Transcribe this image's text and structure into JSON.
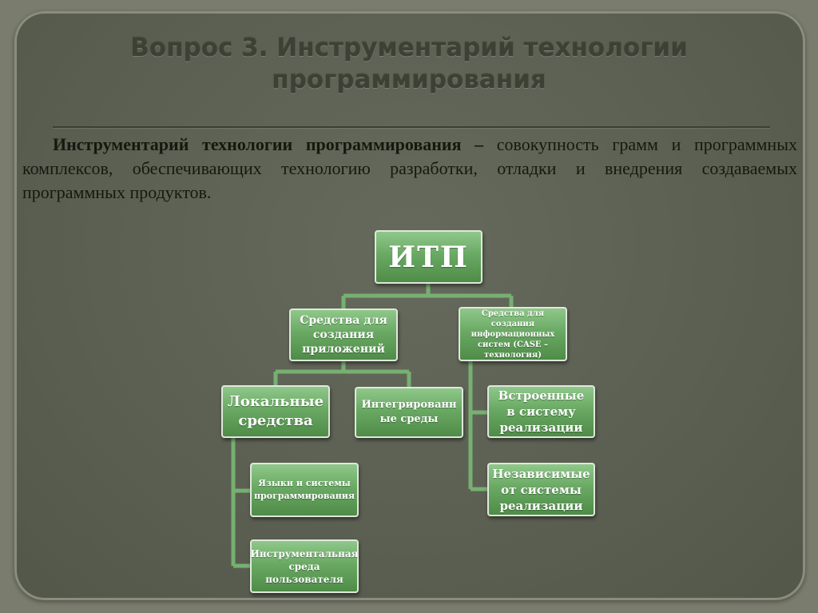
{
  "slide": {
    "title": "Вопрос 3. Инструментарий технологии программирования",
    "definition_term": "Инструментарий технологии программирования –",
    "definition_text": " совокупность грамм и программных комплексов, обеспечивающих технологию разработки, отладки и внедрения создаваемых программных продуктов."
  },
  "diagram": {
    "root": "ИТП",
    "app_tools": "Средства для создания приложений",
    "case_tools": "Средства для создания информационных систем (CASE – технология)",
    "local_tools": "Локальные средства",
    "integrated": "Интегрированные среды",
    "languages": "Языки и системы программирования",
    "user_env": "Инструментальная среда пользователя",
    "embedded": "Встроенные в систему реализации",
    "independent": "Независимые от системы реализации"
  },
  "colors": {
    "node_fill": "#6aa964",
    "connector": "#77b072",
    "background": "#5b5f51"
  }
}
